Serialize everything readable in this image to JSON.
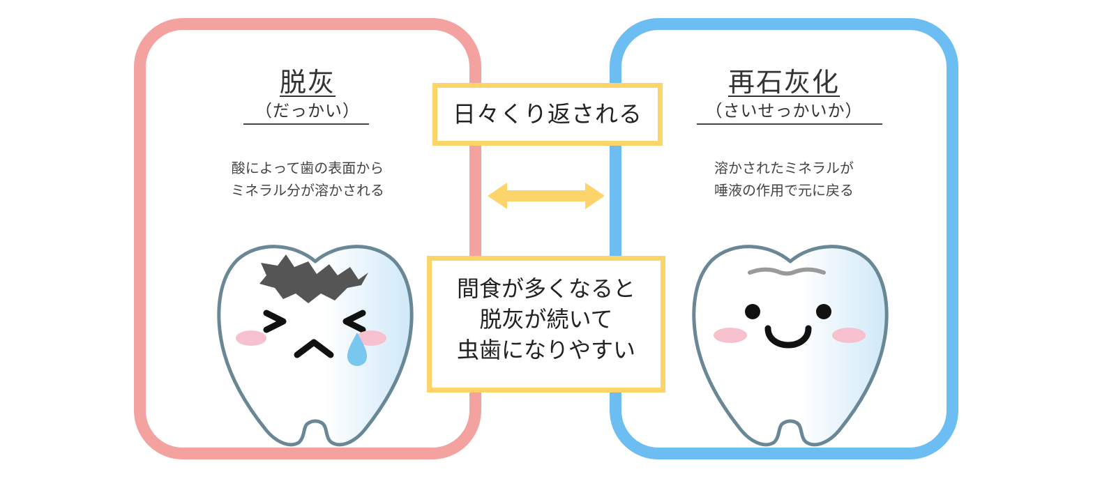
{
  "left_panel": {
    "title": "脱灰",
    "reading": "（だっかい）",
    "description_lines": [
      "酸によって歯の表面から",
      "ミネラル分が溶かされる"
    ],
    "border_color": "#f4a29f",
    "illustration": "crying-decayed-tooth"
  },
  "right_panel": {
    "title": "再石灰化",
    "reading": "（さいせっかいか）",
    "description_lines": [
      "溶かされたミネラルが",
      "唾液の作用で元に戻る"
    ],
    "border_color": "#6cbdf2",
    "illustration": "smiling-healthy-tooth"
  },
  "center": {
    "cycle_label": "日々くり返される",
    "arrow_icon": "double-arrow-icon",
    "caution_lines": [
      "間食が多くなると",
      "脱灰が続いて",
      "虫歯になりやすい"
    ],
    "accent_color": "#fcd46a"
  }
}
